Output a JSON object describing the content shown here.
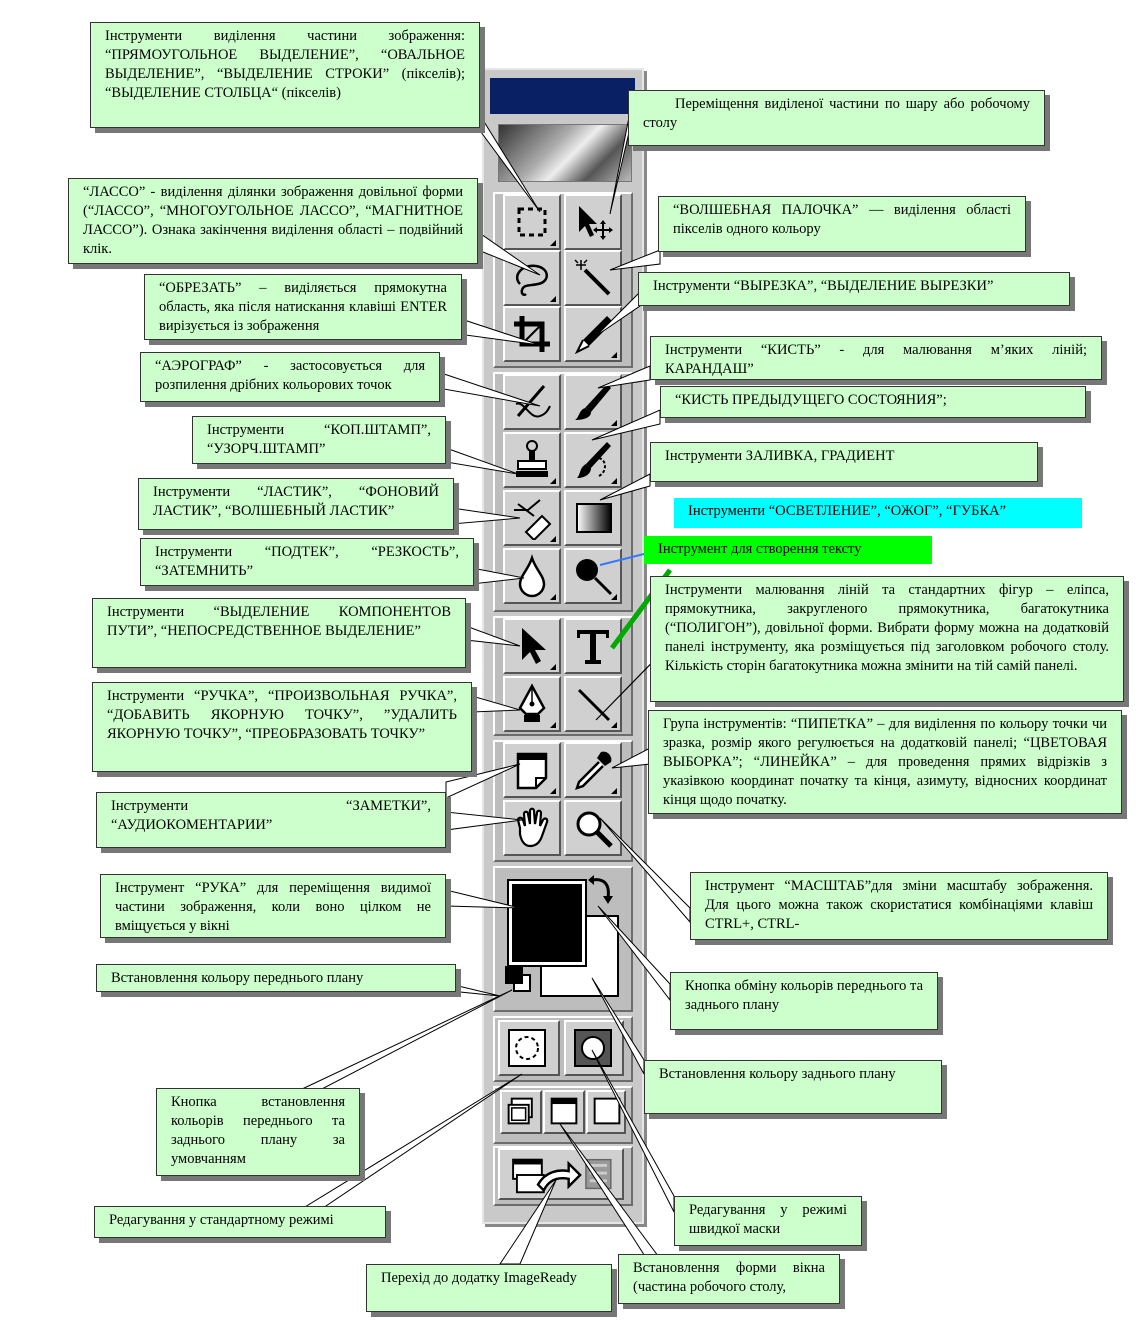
{
  "colors": {
    "callout": "#ccffcc",
    "cyan": "#00ffff",
    "green": "#00ff00",
    "titlebar": "#0a2064",
    "toolbar": "#c9c9c9"
  },
  "callouts": {
    "marquee": "Інструменти виділення частини зображення: “ПРЯМОУГОЛЬНОЕ ВЫДЕЛЕНИЕ”, “ОВАЛЬНОЕ ВЫДЕЛЕНИЕ”, “ВЫДЕЛЕНИЕ СТРОКИ” (пікселів); “ВЫДЕЛЕНИЕ СТОЛБЦА“ (пікселів)",
    "move": "Переміщення виділеної частини по шару або робочому столу",
    "lasso": "“ЛАССО” - виділення ділянки зображення довільної форми (“ЛАССО”, “МНОГОУГОЛЬНОЕ ЛАССО”, “МАГНИТНОЕ ЛАССО”). Ознака закінчення виділення області – подвійний клік.",
    "wand": "“ВОЛШЕБНАЯ ПАЛОЧКА” — виділення області пікселів одного кольору",
    "crop": "“ОБРЕЗАТЬ” – виділяється прямокутна область, яка після натискання клавіші ENTER вирізується із зображення",
    "slice": "Інструменти “ВЫРЕЗКА”, “ВЫДЕЛЕНИЕ ВЫРЕЗКИ”",
    "airbrush": "“АЭРОГРАФ” - застосовується для розпилення дрібних кольорових точок",
    "brush": "Інструменти “КИСТЬ” - для малювання м’яких ліній; КАРАНДАШ”",
    "history": "“КИСТЬ ПРЕДЫДУЩЕГО СОСТОЯНИЯ”;",
    "stamp": "Інструменти “КОП.ШТАМП”, “УЗОРЧ.ШТАМП”",
    "fill": "Інструменти ЗАЛИВКА, ГРАДИЕНТ",
    "eraser": "Інструменти “ЛАСТИК”, “ФОНОВИЙ ЛАСТИК”, “ВОЛШЕБНЫЙ ЛАСТИК”",
    "dodge": "Інструменти “ОСВЕТЛЕНИЕ”, “ОЖОГ”, “ГУБКА”",
    "blur": "Інструменти “ПОДТЕК”, “РЕЗКОСТЬ”, “ЗАТЕМНИТЬ”",
    "text": "Інструмент для створення тексту",
    "shapes": "Інструменти малювання ліній та стандартних фігур – еліпса, прямокутника, закругленого прямокутника, багатокутника (“ПОЛИГОН”), довільної форми. Вибрати форму можна на додатковій панелі інструменту, яка розміщується під заголовком робочого столу. Кількість сторін багатокутника можна змінити на тій самій панелі.",
    "path": "Інструменти “ВЫДЕЛЕНИЕ КОМПОНЕНТОВ ПУТИ”, “НЕПОСРЕДСТВЕННОЕ ВЫДЕЛЕНИЕ”",
    "pen": "Інструменти “РУЧКА”, “ПРОИЗВОЛЬНАЯ РУЧКА”, “ДОБАВИТЬ ЯКОРНУЮ ТОЧКУ”, ”УДАЛИТЬ ЯКОРНУЮ ТОЧКУ”, “ПРЕОБРАЗОВАТЬ ТОЧКУ”",
    "eyedropper": "Група інструментів: “ПИПЕТКА” – для виділення по кольору точки чи зразка, розмір якого регулюється на додатковій панелі; “ЦВЕТОВАЯ ВЫБОРКА”; “ЛИНЕЙКА” – для проведення прямих відрізків з указівкою координат початку та кінця, азимуту, відносних координат кінця щодо початку.",
    "notes": "Інструменти “ЗАМЕТКИ”, “АУДИОКОМЕНТАРИИ”",
    "hand": "Інструмент “РУКА” для переміщення видимої частини зображення, коли воно цілком не вміщується у вікні",
    "zoom": "Інструмент “МАСШТАБ”для зміни масштабу зображення. Для цього можна також скористатися комбінаціями клавіш CTRL+, CTRL-",
    "foreground": "Встановлення кольору переднього плану",
    "swap": "Кнопка обміну кольорів переднього та заднього плану",
    "background": "Встановлення кольору заднього плану",
    "default_colors": "Кнопка встановлення кольорів переднього та заднього плану за умовчанням",
    "standard_mode": "Редагування у стандартному режимі",
    "quickmask": "Редагування у режимі швидкої маски",
    "imageready": "Перехід до додатку ImageReady",
    "screen_mode": "Встановлення форми вікна (частина робочого столу,"
  }
}
